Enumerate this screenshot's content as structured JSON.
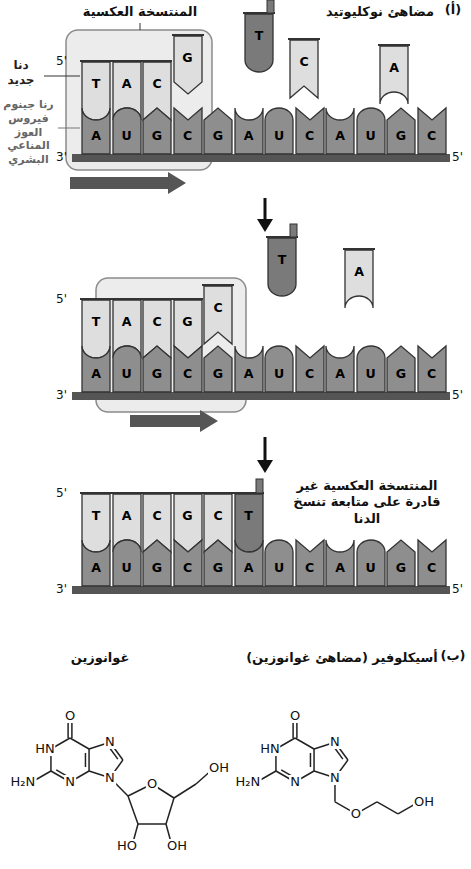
{
  "diagram": {
    "nodes": [
      {
        "text": [
          "T"
        ]
      },
      {
        "text": [
          "A"
        ]
      },
      {
        "text": [
          "C"
        ]
      },
      {
        "text": [
          "G"
        ]
      },
      {
        "text": [
          "C"
        ]
      },
      {
        "text": [
          "T"
        ]
      },
      {
        "text": [
          "A"
        ]
      },
      {
        "text": [
          "A"
        ]
      },
      {
        "text": [
          "U"
        ]
      },
      {
        "text": [
          "G"
        ]
      },
      {
        "text": [
          "C"
        ]
      },
      {
        "text": [
          "G"
        ]
      },
      {
        "text": [
          "A"
        ]
      },
      {
        "text": [
          "U"
        ]
      },
      {
        "text": [
          "C"
        ]
      },
      {
        "text": [
          "A"
        ]
      },
      {
        "text": [
          "U"
        ]
      },
      {
        "text": [
          "G"
        ]
      },
      {
        "text": [
          "C"
        ]
      },
      {
        "text": [
          "T"
        ]
      },
      {
        "text": [
          "A"
        ]
      },
      {
        "text": [
          "C"
        ]
      },
      {
        "text": [
          "G"
        ]
      },
      {
        "text": [
          "C"
        ]
      },
      {
        "text": [
          "T"
        ]
      },
      {
        "text": [
          "A"
        ]
      },
      {
        "text": [
          "A"
        ]
      },
      {
        "text": [
          "U"
        ]
      },
      {
        "text": [
          "G"
        ]
      },
      {
        "text": [
          "C"
        ]
      },
      {
        "text": [
          "G"
        ]
      },
      {
        "text": [
          "A"
        ]
      },
      {
        "text": [
          "U"
        ]
      },
      {
        "text": [
          "C"
        ]
      },
      {
        "text": [
          "A"
        ]
      },
      {
        "text": [
          "U"
        ]
      },
      {
        "text": [
          "G"
        ]
      },
      {
        "text": [
          "C"
        ]
      },
      {
        "text": [
          "T"
        ]
      },
      {
        "text": [
          "A"
        ]
      },
      {
        "text": [
          "C"
        ]
      },
      {
        "text": [
          "G"
        ]
      },
      {
        "text": [
          "C"
        ]
      },
      {
        "text": [
          "T"
        ]
      },
      {
        "text": [
          "A"
        ]
      },
      {
        "text": [
          "U"
        ]
      },
      {
        "text": [
          "G"
        ]
      },
      {
        "text": [
          "C"
        ]
      },
      {
        "text": [
          "G"
        ]
      },
      {
        "text": [
          "A"
        ]
      },
      {
        "text": [
          "U"
        ]
      },
      {
        "text": [
          "C"
        ]
      },
      {
        "text": [
          "A"
        ]
      },
      {
        "text": [
          "U"
        ]
      },
      {
        "text": [
          "G"
        ]
      },
      {
        "text": [
          "C"
        ]
      }
    ],
    "labels": [
      "(أ)",
      "المنتسخة العكسية",
      "مضاهئ نوكليوتيد",
      "دنا جديد",
      "رنا جينوم فيروس العوز المناعي البشري",
      "5'",
      "3'",
      "5'",
      "5'",
      "3'",
      "5'",
      "5'",
      "3'",
      "5'",
      "المنتسخة العكسية غير قادرة على متابعة تنسخ الدنا",
      "(ب)",
      "أسيكلوفير (مضاهئ غوانوزين)",
      "غوانوزين",
      "O",
      "HN",
      "N",
      "H₂N",
      "N",
      "N",
      "O",
      "OH",
      "HO",
      "OH",
      "O",
      "HN",
      "N",
      "H₂N",
      "N",
      "N",
      "O",
      "OH"
    ]
  }
}
